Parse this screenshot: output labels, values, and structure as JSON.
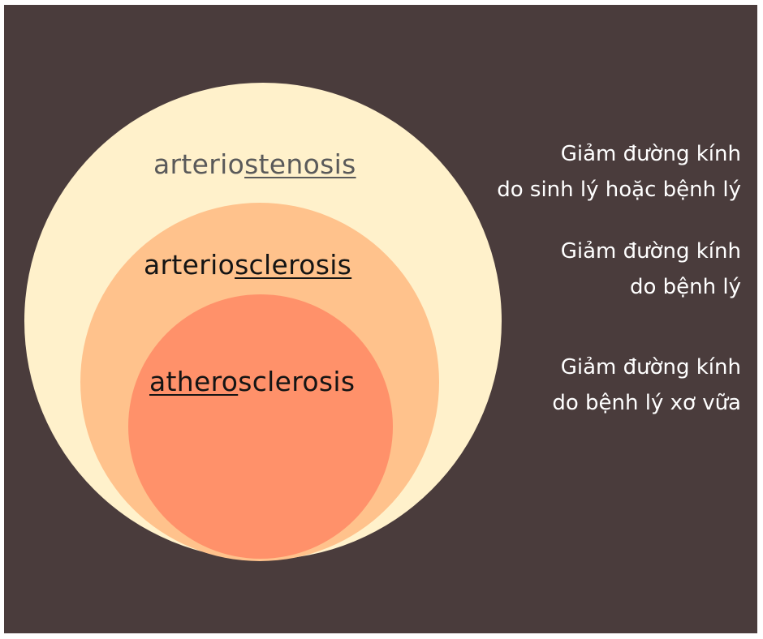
{
  "diagram": {
    "background_color": "#4a3c3c",
    "circles": [
      {
        "id": "outer",
        "color": "#fff1cb",
        "term_prefix": "arterio",
        "term_suffix": "stenosis",
        "underlined_part": "suffix",
        "description_lines": [
          "Giảm đường kính",
          "do sinh lý hoặc bệnh lý"
        ]
      },
      {
        "id": "middle",
        "color": "#ffc28c",
        "term_prefix": "arterio",
        "term_suffix": "sclerosis",
        "underlined_part": "suffix",
        "description_lines": [
          "Giảm đường kính",
          "do bệnh lý"
        ]
      },
      {
        "id": "inner",
        "color": "#ff916a",
        "term_prefix": "athero",
        "term_suffix": "sclerosis",
        "underlined_part": "prefix",
        "description_lines": [
          "Giảm đường kính",
          "do bệnh lý xơ vữa"
        ]
      }
    ]
  }
}
